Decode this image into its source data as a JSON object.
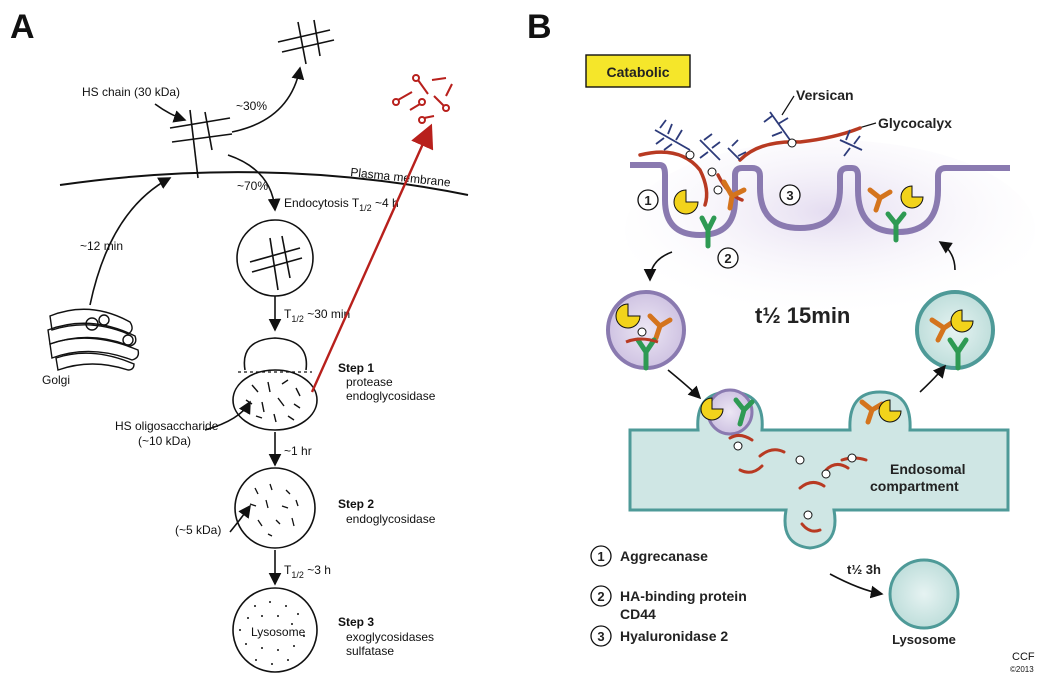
{
  "panel_a": {
    "letter": "A",
    "hs_chain": "HS chain (30 kDa)",
    "pct_30": "~30%",
    "pct_70": "~70%",
    "plasma_membrane": "Plasma membrane",
    "endocytosis": "Endocytosis T",
    "endocytosis_sub": "1/2",
    "endocytosis_tail": " ~4 h",
    "golgi_time": "~12 min",
    "golgi": "Golgi",
    "t30": "T",
    "t30_sub": "1/2",
    "t30_tail": " ~30 min",
    "step1": "Step 1",
    "step1_a": "protease",
    "step1_b": "endoglycosidase",
    "hs_oligo": "HS oligosaccharide",
    "hs_oligo_size": "(~10 kDa)",
    "one_hr": "~1 hr",
    "step2": "Step 2",
    "step2_a": "endoglycosidase",
    "five_kda": "(~5 kDa)",
    "t3h": "T",
    "t3h_sub": "1/2",
    "t3h_tail": " ~3 h",
    "step3": "Step 3",
    "step3_a": "exoglycosidases",
    "step3_b": "sulfatase",
    "lysosome": "Lysosome"
  },
  "panel_b": {
    "letter": "B",
    "catabolic": "Catabolic",
    "versican": "Versican",
    "glycocalyx": "Glycocalyx",
    "t15": "t½ 15min",
    "endosomal_1": "Endosomal",
    "endosomal_2": "compartment",
    "t3h": "t½ 3h",
    "lysosome": "Lysosome",
    "legend": [
      {
        "num": "1",
        "label": "Aggrecanase"
      },
      {
        "num": "2",
        "label": "HA-binding protein",
        "label2": "CD44"
      },
      {
        "num": "3",
        "label": "Hyaluronidase 2"
      }
    ],
    "credit": "CCF",
    "credit_year": "©2013"
  },
  "colors": {
    "red": "#b8201c",
    "ha_red": "#b83a22",
    "membrane_purple": "#d9d0e8",
    "membrane_edge": "#8a7ab0",
    "endosome_teal": "#cfe6e4",
    "endosome_edge": "#4e9a98",
    "yellow": "#f2d31b",
    "orange": "#d4741d",
    "green": "#2e9a53",
    "navy": "#2d3b7a",
    "catabolic_bg": "#f5e62a"
  }
}
